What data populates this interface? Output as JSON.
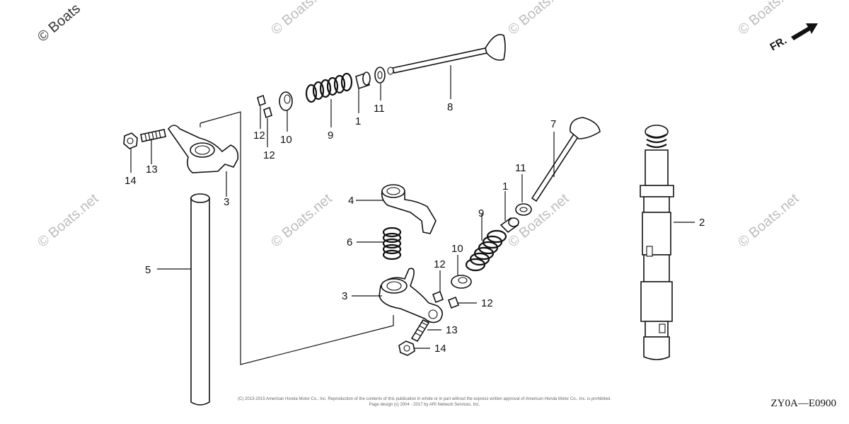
{
  "watermark": {
    "main": "© Boats",
    "tile": "© Boats.net"
  },
  "direction_marker": "FR.",
  "diagram_code": "ZY0A—E0900",
  "copyright": {
    "line1": "(C) 2013-2015 American Honda Motor Co., Inc. Reproduction of the contents of this publication in whole or in part without the express written approval of American Honda Motor Co., Inc. is prohibited.",
    "line2": "Page design (c) 2004 - 2017 by ARI Network Services, Inc."
  },
  "callouts": {
    "c8": "8",
    "c11a": "11",
    "c1a": "1",
    "c9a": "9",
    "c10a": "10",
    "c12a": "12",
    "c12b": "12",
    "c13a": "13",
    "c14a": "14",
    "c3a": "3",
    "c5": "5",
    "c7": "7",
    "c11b": "11",
    "c1b": "1",
    "c9b": "9",
    "c10b": "10",
    "c4": "4",
    "c6": "6",
    "c3b": "3",
    "c12c": "12",
    "c12d": "12",
    "c13b": "13",
    "c14b": "14",
    "c2": "2"
  }
}
